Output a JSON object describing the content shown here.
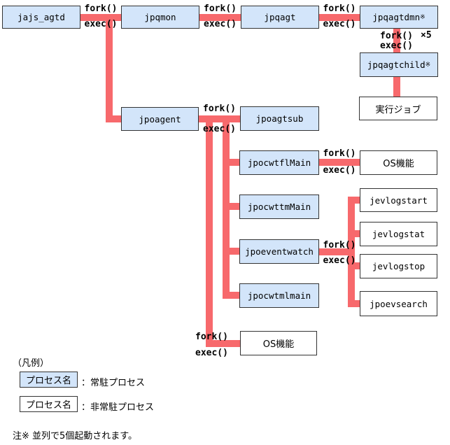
{
  "diagram": {
    "colors": {
      "line": "#f7696c",
      "resident_fill": "#d3e5fa",
      "border": "#333333",
      "background": "#ffffff"
    },
    "edges": {
      "fork": "fork()",
      "exec": "exec()",
      "multiplier": "×5"
    },
    "nodes": {
      "jajs_agtd": {
        "label": "jajs_agtd",
        "type": "resident"
      },
      "jpqmon": {
        "label": "jpqmon",
        "type": "resident"
      },
      "jpqagt": {
        "label": "jpqagt",
        "type": "resident"
      },
      "jpqagtdmn": {
        "label": "jpqagtdmn",
        "sup": "※",
        "type": "resident"
      },
      "jpqagtchild": {
        "label": "jpqagtchild",
        "sup": "※",
        "type": "resident"
      },
      "jikko_job": {
        "label": "実行ジョブ",
        "type": "nonresident"
      },
      "jpoagent": {
        "label": "jpoagent",
        "type": "resident"
      },
      "jpoagtsub": {
        "label": "jpoagtsub",
        "type": "resident"
      },
      "jpocwtflMain": {
        "label": "jpocwtflMain",
        "type": "resident"
      },
      "os_function_top": {
        "label": "OS機能",
        "type": "nonresident"
      },
      "jpocwttmMain": {
        "label": "jpocwttmMain",
        "type": "resident"
      },
      "jevlogstart": {
        "label": "jevlogstart",
        "type": "nonresident"
      },
      "jpoeventwatch": {
        "label": "jpoeventwatch",
        "type": "resident"
      },
      "jevlogstat": {
        "label": "jevlogstat",
        "type": "nonresident"
      },
      "jevlogstop": {
        "label": "jevlogstop",
        "type": "nonresident"
      },
      "jpocwtmlmain": {
        "label": "jpocwtmlmain",
        "type": "resident"
      },
      "jpoevsearch": {
        "label": "jpoevsearch",
        "type": "nonresident"
      },
      "os_function_bottom": {
        "label": "OS機能",
        "type": "nonresident"
      }
    }
  },
  "legend": {
    "title": "（凡例）",
    "items": [
      {
        "box_label": "プロセス名",
        "type": "resident",
        "description": "：常駐プロセス"
      },
      {
        "box_label": "プロセス名",
        "type": "nonresident",
        "description": "：非常駐プロセス"
      }
    ],
    "note": "注※ 並列で5個起動されます。"
  }
}
